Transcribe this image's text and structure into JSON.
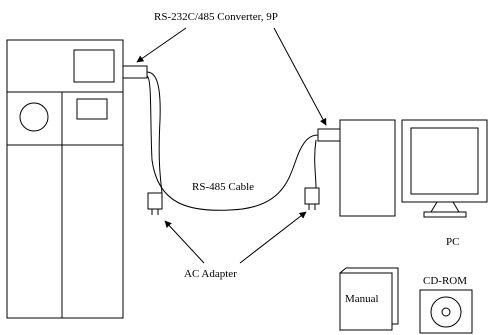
{
  "labels": {
    "converter": "RS-232C/485 Converter, 9P",
    "cable": "RS-485 Cable",
    "pc": "PC",
    "adapter": "AC Adapter",
    "manual": "Manual",
    "cdrom": "CD-ROM"
  }
}
